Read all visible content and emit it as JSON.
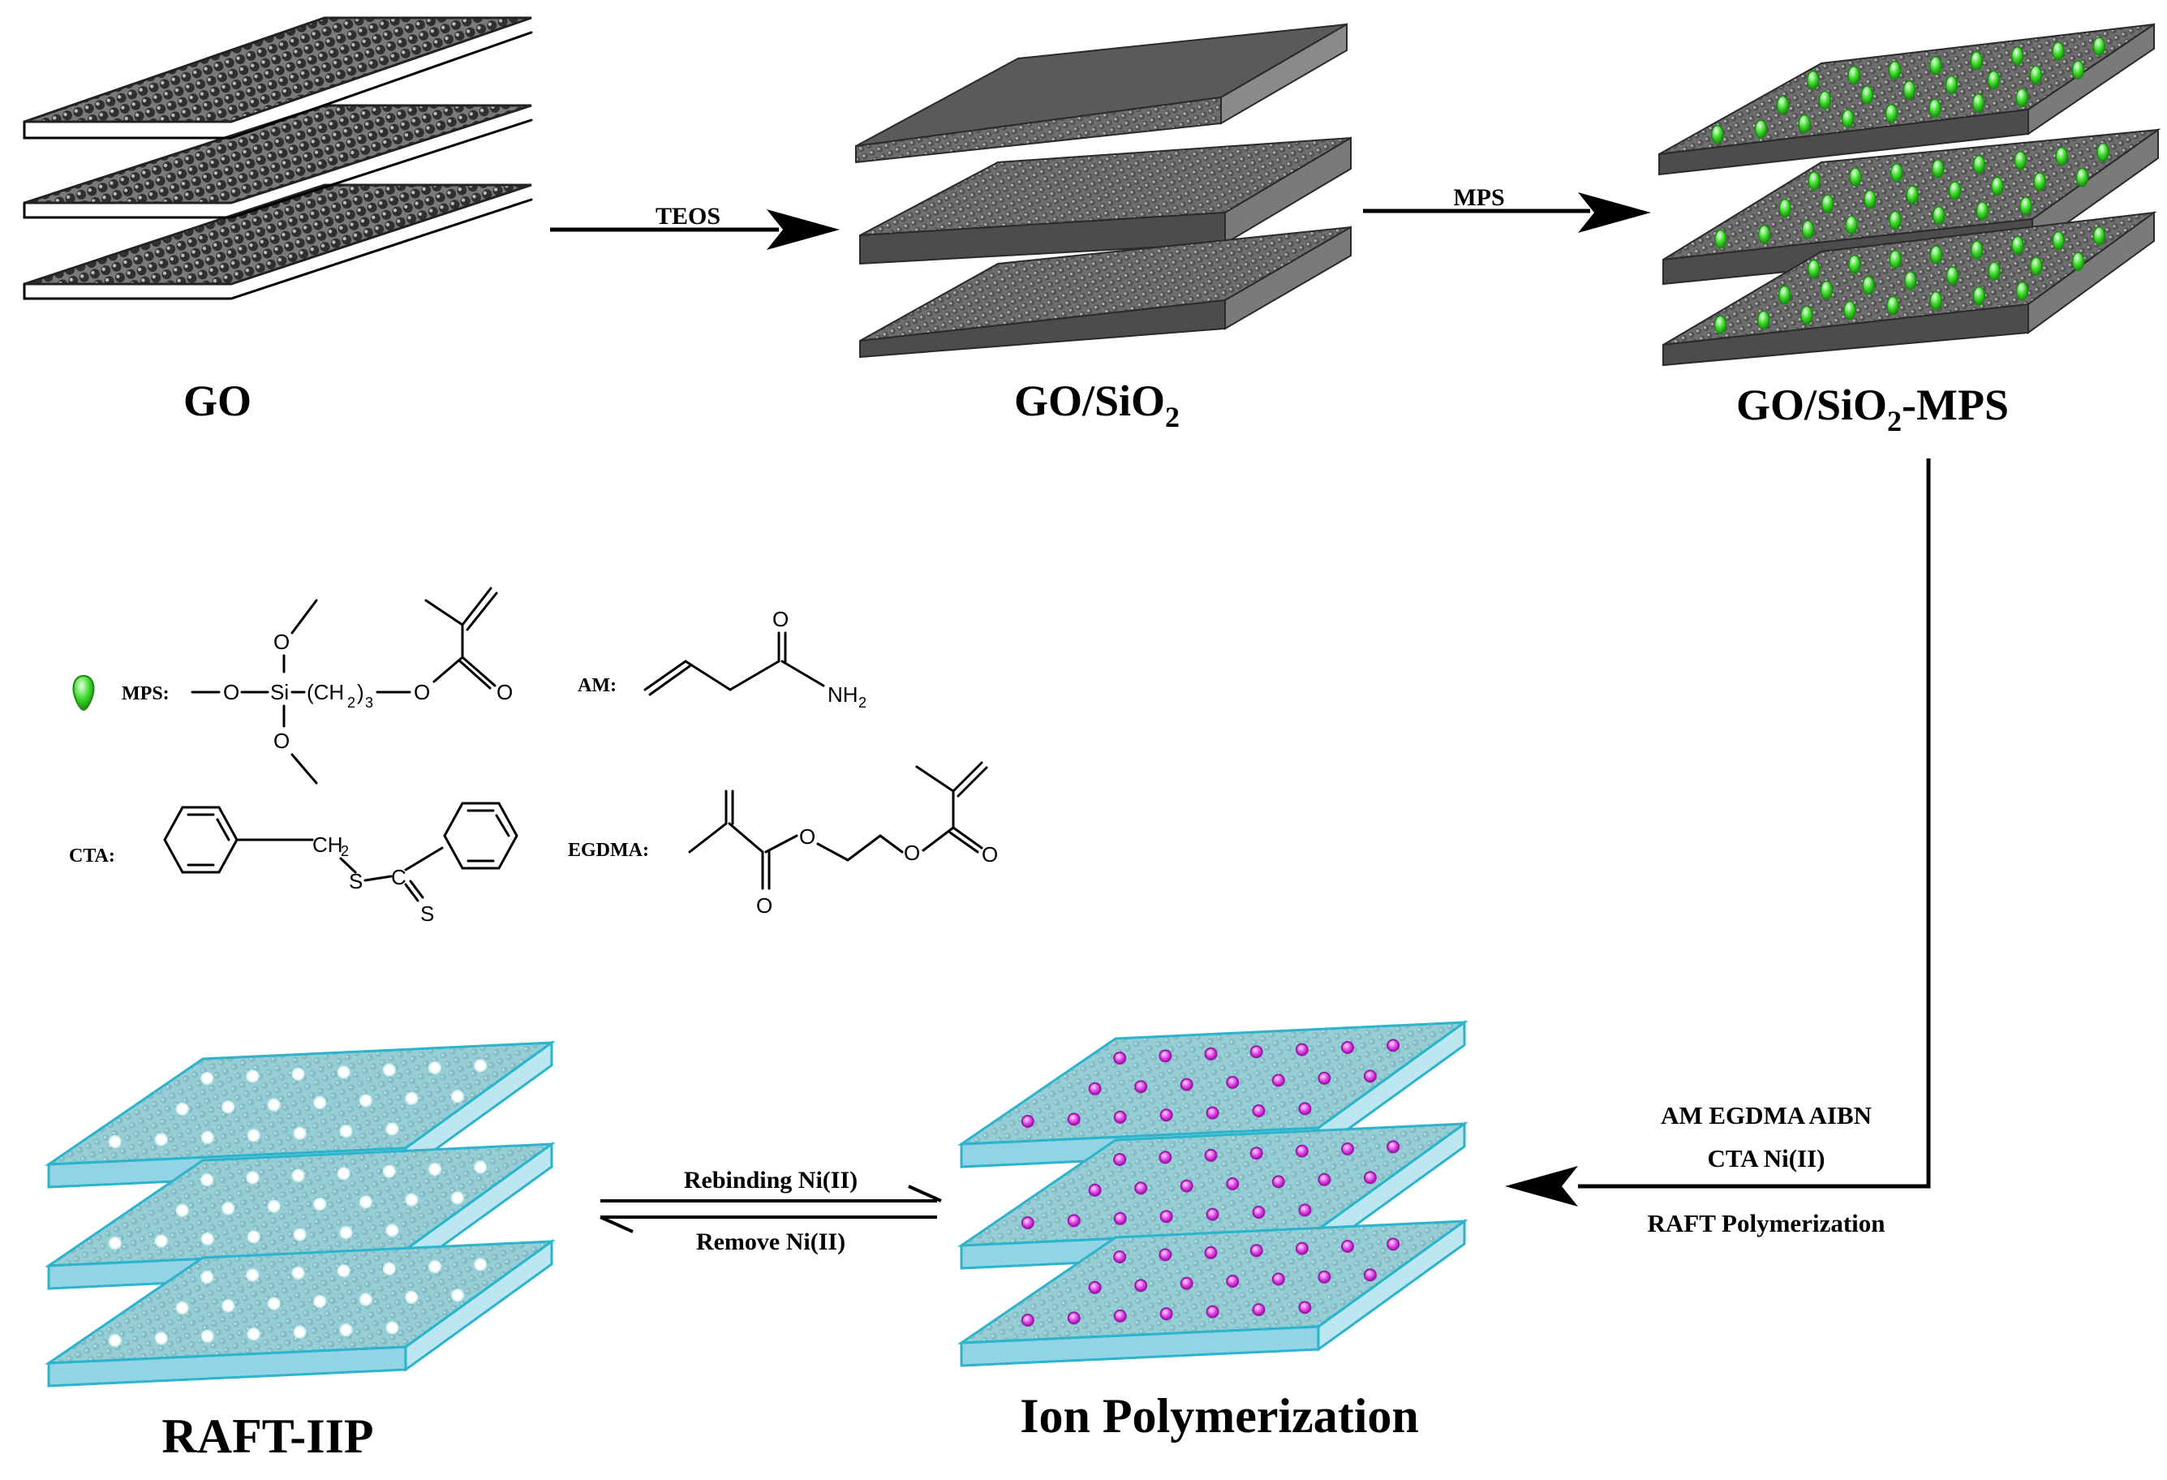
{
  "stages": {
    "go": "GO",
    "go_sio2": "GO/SiO",
    "go_sio2_sub": "2",
    "go_sio2_mps": "GO/SiO",
    "go_sio2_mps_sub": "2",
    "go_sio2_mps_suffix": "-MPS",
    "ion_polymerization": "Ion Polymerization",
    "raft_iip": "RAFT-IIP"
  },
  "arrows": {
    "teos": "TEOS",
    "mps": "MPS",
    "rebinding": "Rebinding Ni(II)",
    "remove": "Remove Ni(II)"
  },
  "conditions": {
    "line1": "AM  EGDMA  AIBN",
    "line2": "CTA  Ni(II)",
    "line3": "RAFT Polymerization"
  },
  "legend": {
    "mps_label": "MPS:",
    "am_label": "AM:",
    "cta_label": "CTA:",
    "egdma_label": "EGDMA:"
  },
  "colors": {
    "graphene": "#6e6e6e",
    "graphene_dark": "#333333",
    "mps_dot": "#3ddc2a",
    "polymer": "#8fd4e6",
    "polymer_edge": "#2bb4cc",
    "ion_dot": "#e040e8"
  },
  "icons": {
    "mps_marker": "green-droplet-icon",
    "ion_marker": "magenta-sphere-icon",
    "cavity_marker": "white-sphere-icon"
  }
}
